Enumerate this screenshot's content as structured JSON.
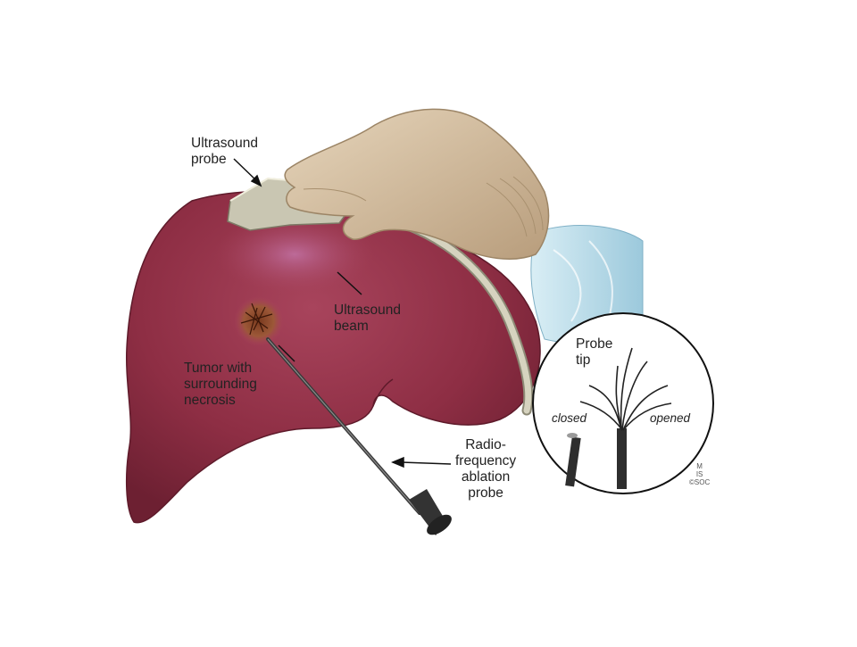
{
  "labels": {
    "ultrasound_probe": [
      "Ultrasound",
      "probe"
    ],
    "ultrasound_beam": [
      "Ultrasound",
      "beam"
    ],
    "tumor": [
      "Tumor with",
      "surrounding",
      "necrosis"
    ],
    "rf_probe": [
      "Radio-",
      "frequency",
      "ablation",
      "probe"
    ],
    "probe_tip": [
      "Probe",
      "tip"
    ],
    "closed": "closed",
    "opened": "opened"
  },
  "signature": [
    "M",
    "IS",
    "©SOC"
  ],
  "colors": {
    "liver": "#8e2e44",
    "liver_dark": "#6d2032",
    "glove": "#d9c5a8",
    "sleeve": "#bfe0ec",
    "probe": "#c9c6b2",
    "needle": "#3a3a3a"
  }
}
